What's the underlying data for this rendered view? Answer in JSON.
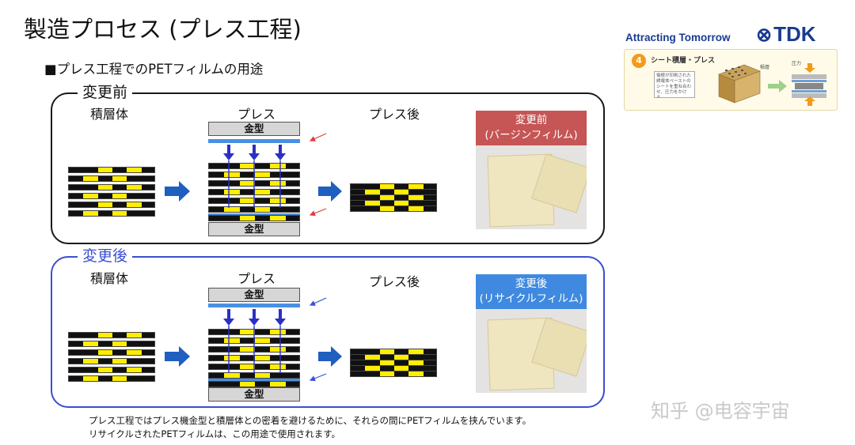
{
  "title": "製造プロセス (プレス工程)",
  "subtitle": "■プレス工程でのPETフィルムの用途",
  "brand": {
    "tagline": "Attracting Tomorrow",
    "logo": "TDK",
    "logo_mark": "⊗"
  },
  "thumbnail": {
    "step_number": "4",
    "heading": "シート積層・プレス",
    "tags": [
      "積層",
      "圧力"
    ],
    "note": "電極が印刷された誘電体ペーストのシートを重ね合わせ、圧力をかける。"
  },
  "panels": [
    {
      "label": "変更前",
      "stack_label": "積層体",
      "press_label": "プレス",
      "after_label": "プレス後",
      "mold_top": "金型",
      "mold_bottom": "金型",
      "photo_title_line1": "変更前",
      "photo_title_line2": "(バージンフィルム)",
      "photo_color": "#c65555",
      "film_arrow_color": "#e23b3b"
    },
    {
      "label": "変更後",
      "stack_label": "積層体",
      "press_label": "プレス",
      "after_label": "プレス後",
      "mold_top": "金型",
      "mold_bottom": "金型",
      "photo_title_line1": "変更後",
      "photo_title_line2": "(リサイクルフィルム)",
      "photo_color": "#3f8ae0",
      "film_arrow_color": "#3b4fd6"
    }
  ],
  "caption": {
    "line1": "プレス工程ではプレス機金型と積層体との密着を避けるために、それらの間にPETフィルムを挟んでいます。",
    "line2": "リサイクルされたPETフィルムは、この用途で使用されます。"
  },
  "watermark": "知乎 @电容宇宙",
  "colors": {
    "electrode_black": "#111111",
    "electrode_yellow": "#ffee00",
    "sheet": "#fdf6d6",
    "arrow_blue": "#1f5fbf",
    "press_arrow": "#2b2fc4",
    "film_blue": "#4a90e2"
  }
}
